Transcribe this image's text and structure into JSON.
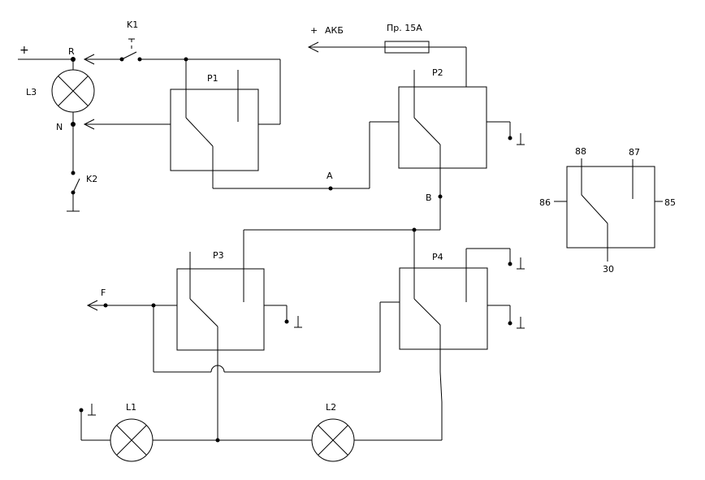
{
  "labels": {
    "plus": "+",
    "r": "R",
    "n": "N",
    "l3": "L3",
    "k1": "K1",
    "k2": "K2",
    "p1": "P1",
    "p2": "P2",
    "p3": "P3",
    "p4": "P4",
    "akb_plus": "+",
    "akb": "АКБ",
    "fuse": "Пр. 15А",
    "a": "A",
    "b": "B",
    "f": "F",
    "l1": "L1",
    "l2": "L2",
    "pin88": "88",
    "pin87": "87",
    "pin86": "86",
    "pin85": "85",
    "pin30": "30"
  },
  "symbols": {
    "ground": "ground-symbol",
    "lamp": "lamp-cross-symbol",
    "relay": "relay-switch-symbol",
    "fuse": "fuse-symbol",
    "arrow": "arrow-terminal-symbol"
  },
  "colors": {
    "line": "#000000",
    "background": "#ffffff"
  }
}
